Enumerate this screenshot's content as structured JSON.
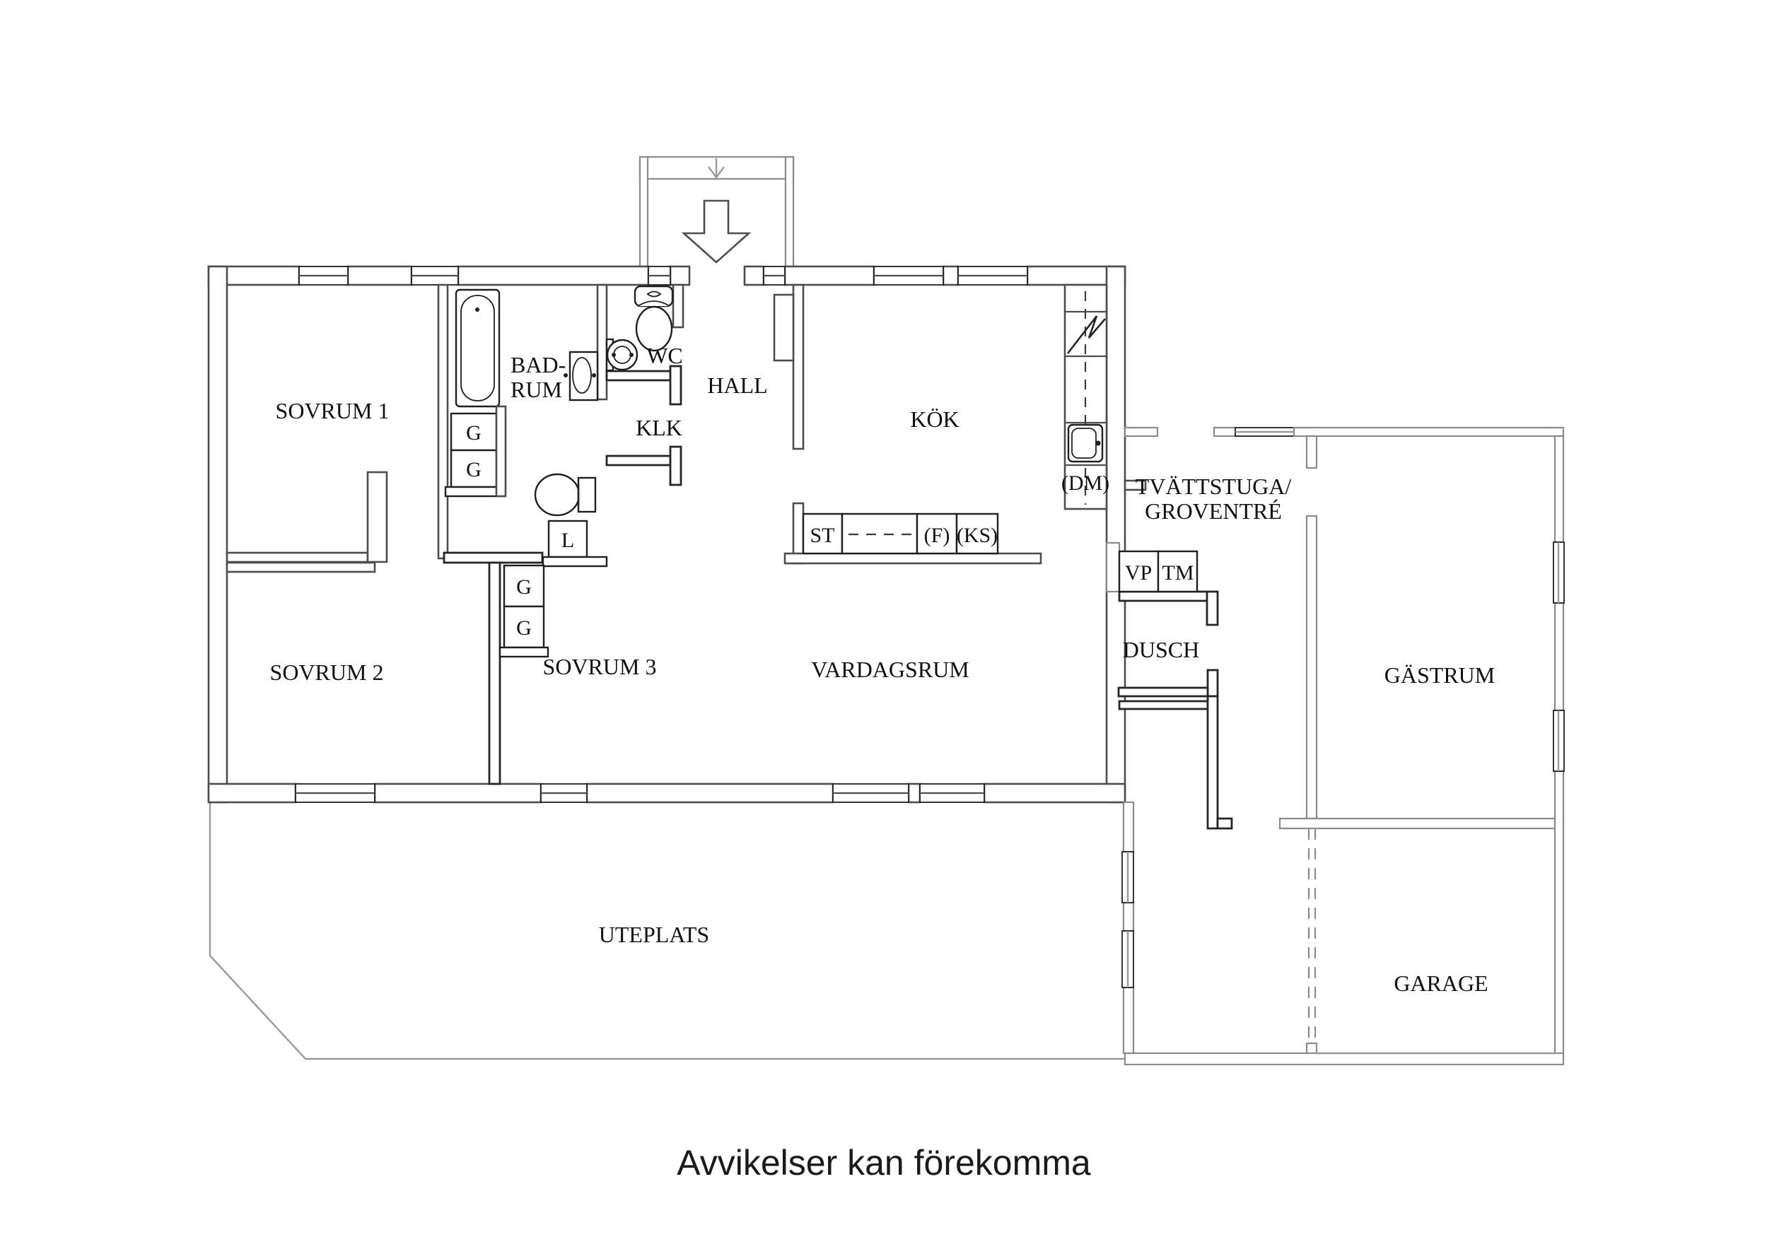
{
  "note": "Avvikelser kan förekomma",
  "plan": {
    "rooms": {
      "sovrum1": "SOVRUM 1",
      "sovrum2": "SOVRUM 2",
      "sovrum3": "SOVRUM 3",
      "badrum_line1": "BAD-",
      "badrum_line2": "RUM",
      "wc": "WC",
      "klk": "KLK",
      "hall": "HALL",
      "kok": "KÖK",
      "vardagsrum": "VARDAGSRUM",
      "tvattstuga_line1": "TVÄTTSTUGA/",
      "tvattstuga_line2": "GROVENTRÉ",
      "dusch": "DUSCH",
      "gastrum": "GÄSTRUM",
      "garage": "GARAGE",
      "uteplats": "UTEPLATS"
    },
    "fixtures": {
      "g": "G",
      "l": "L",
      "st": "ST",
      "f": "(F)",
      "ks": "(KS)",
      "dm": "(DM)",
      "vp": "VP",
      "tm": "TM"
    },
    "colors": {
      "wall": "#4d4d4d",
      "wall_dark": "#262626",
      "wall_light": "#8a8a8a",
      "text": "#111111",
      "background": "#ffffff"
    }
  }
}
